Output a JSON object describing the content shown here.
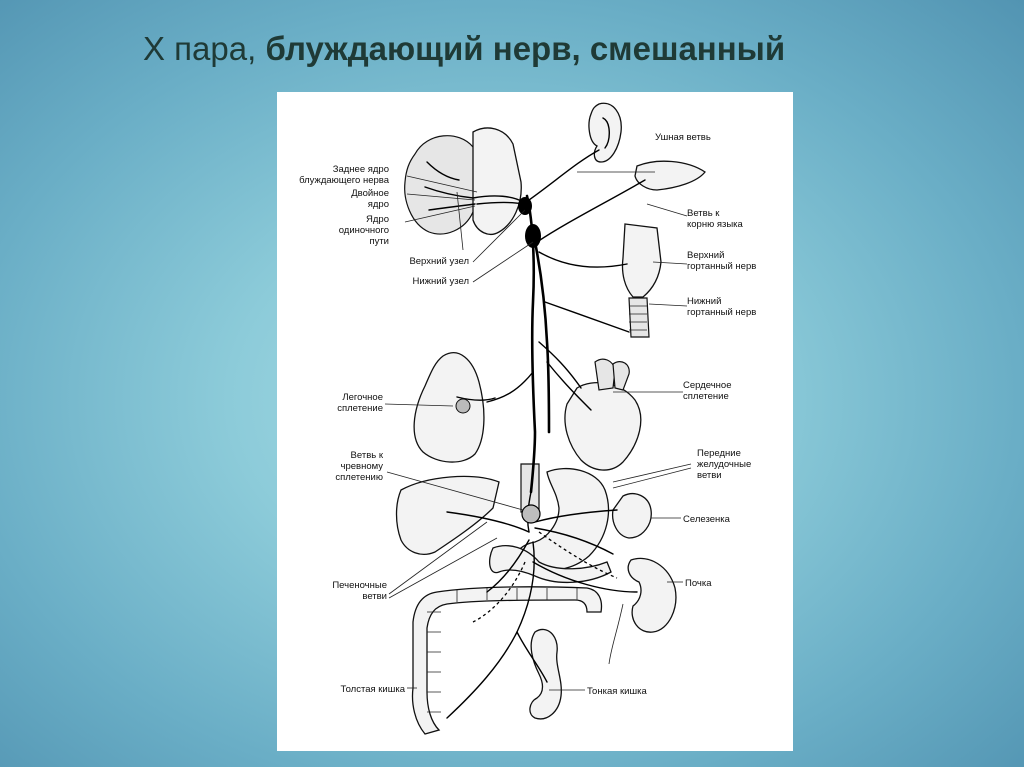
{
  "title": {
    "part1": "X пара, ",
    "part2": "блуждающий нерв, смешанный"
  },
  "labels": {
    "ear_branch": "Ушная ветвь",
    "dorsal_nucleus_1": "Заднее ядро",
    "dorsal_nucleus_2": "блуждающего нерва",
    "ambiguus_1": "Двойное",
    "ambiguus_2": "ядро",
    "solitary_1": "Ядро",
    "solitary_2": "одиночного",
    "solitary_3": "пути",
    "tongue_branch_1": "Ветвь к",
    "tongue_branch_2": "корню языка",
    "superior_ganglion": "Верхний узел",
    "inferior_ganglion": "Нижний узел",
    "sup_laryngeal_1": "Верхний",
    "sup_laryngeal_2": "гортанный нерв",
    "inf_laryngeal_1": "Нижний",
    "inf_laryngeal_2": "гортанный нерв",
    "pulmonary_1": "Легочное",
    "pulmonary_2": "сплетение",
    "cardiac_1": "Сердечное",
    "cardiac_2": "сплетение",
    "celiac_1": "Ветвь к",
    "celiac_2": "чревному",
    "celiac_3": "сплетению",
    "gastric_1": "Передние",
    "gastric_2": "желудочные",
    "gastric_3": "ветви",
    "spleen": "Селезенка",
    "kidney": "Почка",
    "hepatic_1": "Печеночные",
    "hepatic_2": "ветви",
    "large_intestine": "Толстая кишка",
    "small_intestine": "Тонкая кишка"
  }
}
